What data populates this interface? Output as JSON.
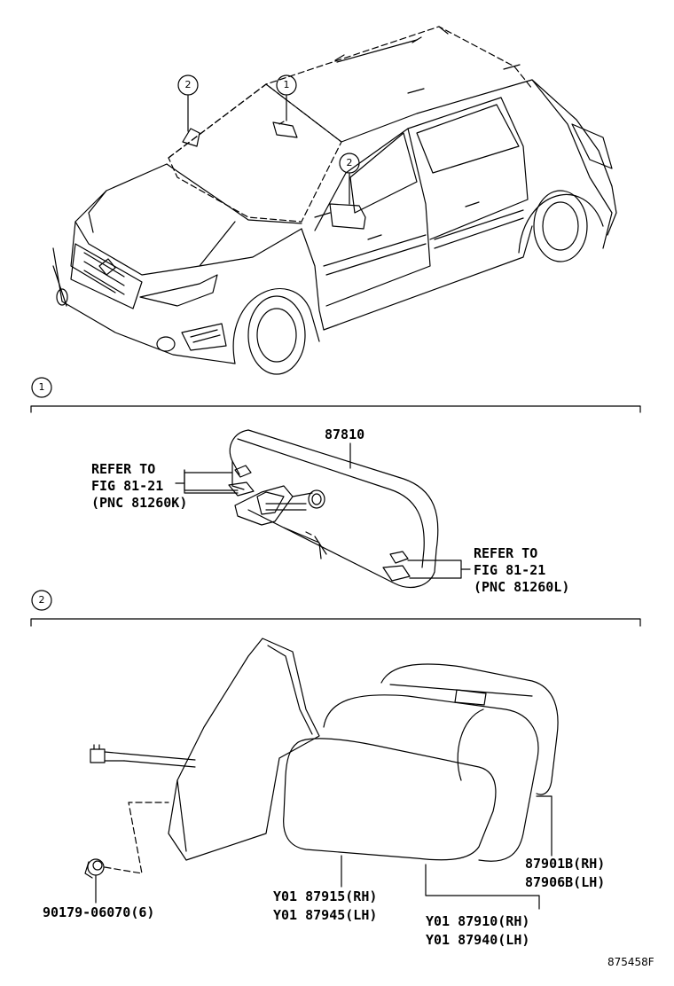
{
  "callouts": {
    "windshield_mirror": "1",
    "outer_mirror": "2"
  },
  "section_1": {
    "marker": "1",
    "part_number": "87810",
    "refer_left": [
      "REFER TO",
      "FIG 81-21",
      "(PNC 81260K)"
    ],
    "refer_right": [
      "REFER TO",
      "FIG 81-21",
      "(PNC 81260L)"
    ]
  },
  "section_2": {
    "marker": "2",
    "bolt": "90179-06070(6)",
    "mirror_glass": [
      "Y01 87915(RH)",
      "Y01 87945(LH)"
    ],
    "mirror_assy": [
      "Y01 87910(RH)",
      "Y01 87940(LH)"
    ],
    "cover": [
      "87901B(RH)",
      "87906B(LH)"
    ]
  },
  "illustration_code": "875458F"
}
